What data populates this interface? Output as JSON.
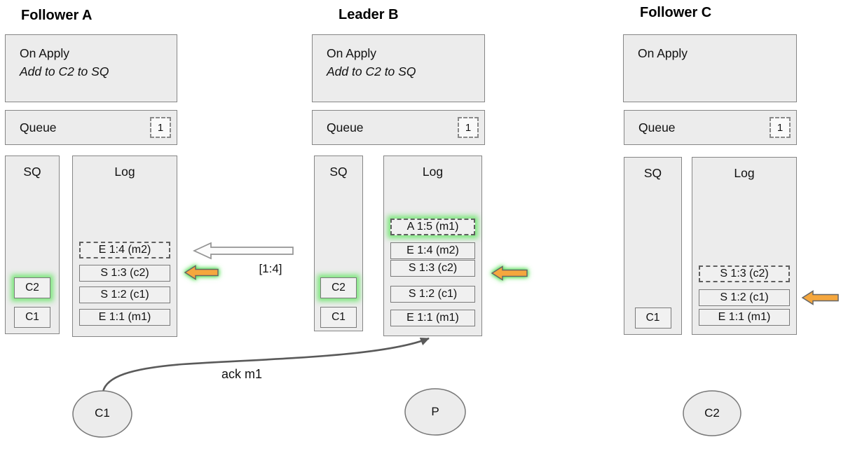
{
  "nodes": [
    {
      "title": "Follower A",
      "on_apply": {
        "line1": "On Apply",
        "line2": "Add to C2 to SQ"
      },
      "queue": {
        "label": "Queue",
        "count": "1"
      },
      "sq": {
        "label": "SQ",
        "items": [
          {
            "text": "C2",
            "highlighted": true
          },
          {
            "text": "C1",
            "highlighted": false
          }
        ]
      },
      "log": {
        "label": "Log",
        "entries": [
          {
            "text": "E 1:4 (m2)",
            "style": "dashed",
            "highlighted": false
          },
          {
            "text": "S 1:3 (c2)",
            "style": "solid",
            "highlighted": false
          },
          {
            "text": "S 1:2 (c1)",
            "style": "solid",
            "highlighted": false
          },
          {
            "text": "E 1:1 (m1)",
            "style": "solid",
            "highlighted": false
          }
        ]
      }
    },
    {
      "title": "Leader B",
      "on_apply": {
        "line1": "On Apply",
        "line2": "Add to C2 to SQ"
      },
      "queue": {
        "label": "Queue",
        "count": "1"
      },
      "sq": {
        "label": "SQ",
        "items": [
          {
            "text": "C2",
            "highlighted": true
          },
          {
            "text": "C1",
            "highlighted": false
          }
        ]
      },
      "log": {
        "label": "Log",
        "entries": [
          {
            "text": "A 1:5 (m1)",
            "style": "dashed",
            "highlighted": true
          },
          {
            "text": "E 1:4 (m2)",
            "style": "solid",
            "highlighted": false
          },
          {
            "text": "S 1:3 (c2)",
            "style": "solid",
            "highlighted": false
          },
          {
            "text": "S 1:2 (c1)",
            "style": "solid",
            "highlighted": false
          },
          {
            "text": "E 1:1 (m1)",
            "style": "solid",
            "highlighted": false
          }
        ]
      }
    },
    {
      "title": "Follower C",
      "on_apply": {
        "line1": "On Apply",
        "line2": ""
      },
      "queue": {
        "label": "Queue",
        "count": "1"
      },
      "sq": {
        "label": "SQ",
        "items": [
          {
            "text": "C1",
            "highlighted": false
          }
        ]
      },
      "log": {
        "label": "Log",
        "entries": [
          {
            "text": "S 1:3 (c2)",
            "style": "dashed",
            "highlighted": false
          },
          {
            "text": "S 1:2 (c1)",
            "style": "solid",
            "highlighted": false
          },
          {
            "text": "E 1:1 (m1)",
            "style": "solid",
            "highlighted": false
          }
        ]
      }
    }
  ],
  "labels": {
    "replicate_range": "[1:4]",
    "ack_message": "ack m1"
  },
  "actors": [
    {
      "label": "C1"
    },
    {
      "label": "P"
    },
    {
      "label": "C2"
    }
  ],
  "colors": {
    "box_fill": "#ececec",
    "box_border": "#868686",
    "highlight_glow_green": "#6ee66e",
    "arrow_orange": "#f5a73e",
    "arrow_white": "#fcfcfc",
    "ack_arrow_gray": "#5a5a5a"
  }
}
